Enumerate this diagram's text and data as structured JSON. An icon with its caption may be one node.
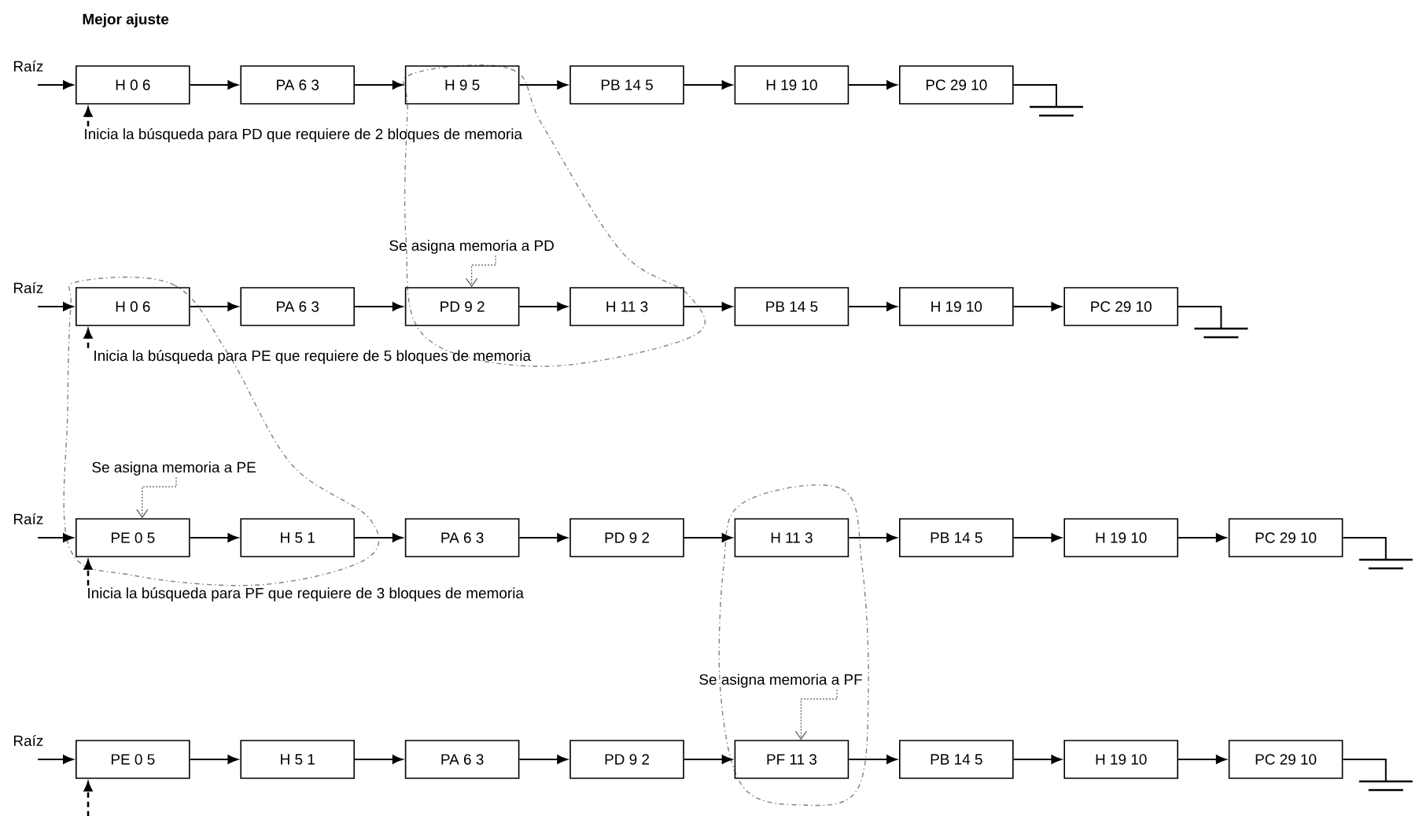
{
  "diagram": {
    "title": "Mejor ajuste",
    "nodes": [
      {
        "text": [
          "H 0 6"
        ]
      },
      {
        "text": [
          "PA 6 3"
        ]
      },
      {
        "text": [
          "H 9 5"
        ]
      },
      {
        "text": [
          "PB 14 5"
        ]
      },
      {
        "text": [
          "H 19 10"
        ]
      },
      {
        "text": [
          "PC 29 10"
        ]
      },
      {
        "text": [],
        "shape": "ground"
      },
      {
        "text": [
          "Inicia la búsqueda para PD que requiere de 2 bloques de memoria"
        ]
      },
      {
        "text": [
          "Se asigna memoria a PD"
        ]
      },
      {
        "text": [
          "H 0 6"
        ]
      },
      {
        "text": [
          "PA 6 3"
        ]
      },
      {
        "text": [
          "PD 9 2"
        ]
      },
      {
        "text": [
          "H 11 3"
        ]
      },
      {
        "text": [
          "PB 14 5"
        ]
      },
      {
        "text": [
          "H 19 10"
        ]
      },
      {
        "text": [
          "PC 29 10"
        ]
      },
      {
        "text": [],
        "shape": "ground"
      },
      {
        "text": [
          "Inicia la búsqueda para PE que requiere de 5 bloques de memoria"
        ]
      },
      {
        "text": [
          "Se asigna memoria a PE"
        ]
      },
      {
        "text": [
          "PE 0 5"
        ]
      },
      {
        "text": [
          "H 5 1"
        ]
      },
      {
        "text": [
          "PA 6 3"
        ]
      },
      {
        "text": [
          "PD 9 2"
        ]
      },
      {
        "text": [
          "H 11 3"
        ]
      },
      {
        "text": [
          "PB 14 5"
        ]
      },
      {
        "text": [
          "H 19 10"
        ]
      },
      {
        "text": [
          "PC 29 10"
        ]
      },
      {
        "text": [],
        "shape": "ground"
      },
      {
        "text": [
          "Inicia la búsqueda para PF que requiere de 3 bloques de memoria"
        ]
      },
      {
        "text": [
          "Se asigna memoria a PF"
        ]
      },
      {
        "text": [
          "PE 0 5"
        ]
      },
      {
        "text": [
          "H 5 1"
        ]
      },
      {
        "text": [
          "PA 6 3"
        ]
      },
      {
        "text": [
          "PD 9 2"
        ]
      },
      {
        "text": [
          "PF 11 3"
        ]
      },
      {
        "text": [
          "PB 14 5"
        ]
      },
      {
        "text": [
          "H 19 10"
        ]
      },
      {
        "text": [
          "PC 29 10"
        ]
      },
      {
        "text": [],
        "shape": "ground"
      }
    ],
    "edges": [
      {
        "from": null,
        "to": 0,
        "arrow": "to"
      },
      {
        "from": 0,
        "to": 1,
        "arrow": "to"
      },
      {
        "from": 1,
        "to": 2,
        "arrow": "to"
      },
      {
        "from": 2,
        "to": 3,
        "arrow": "to"
      },
      {
        "from": 3,
        "to": 4,
        "arrow": "to"
      },
      {
        "from": 4,
        "to": 5,
        "arrow": "to"
      },
      {
        "from": 5,
        "to": 6,
        "arrow": "none"
      },
      {
        "from": 7,
        "to": 0,
        "arrow": "to",
        "style": "dashed"
      },
      {
        "from": null,
        "to": 9,
        "arrow": "to"
      },
      {
        "from": 9,
        "to": 10,
        "arrow": "to"
      },
      {
        "from": 10,
        "to": 11,
        "arrow": "to"
      },
      {
        "from": 11,
        "to": 12,
        "arrow": "to"
      },
      {
        "from": 12,
        "to": 13,
        "arrow": "to"
      },
      {
        "from": 13,
        "to": 14,
        "arrow": "to"
      },
      {
        "from": 14,
        "to": 15,
        "arrow": "to"
      },
      {
        "from": 15,
        "to": 16,
        "arrow": "none"
      },
      {
        "from": 8,
        "to": 11,
        "arrow": "to",
        "style": "dashed"
      },
      {
        "from": 17,
        "to": 9,
        "arrow": "to",
        "style": "dashed"
      },
      {
        "from": null,
        "to": 19,
        "arrow": "to"
      },
      {
        "from": 19,
        "to": 20,
        "arrow": "to"
      },
      {
        "from": 20,
        "to": 21,
        "arrow": "to"
      },
      {
        "from": 21,
        "to": 22,
        "arrow": "to"
      },
      {
        "from": 22,
        "to": 23,
        "arrow": "to"
      },
      {
        "from": 23,
        "to": 24,
        "arrow": "to"
      },
      {
        "from": 24,
        "to": 25,
        "arrow": "to"
      },
      {
        "from": 25,
        "to": 26,
        "arrow": "to"
      },
      {
        "from": 26,
        "to": 27,
        "arrow": "none"
      },
      {
        "from": 18,
        "to": 19,
        "arrow": "to",
        "style": "dashed"
      },
      {
        "from": 28,
        "to": 19,
        "arrow": "to",
        "style": "dashed"
      },
      {
        "from": null,
        "to": 30,
        "arrow": "to"
      },
      {
        "from": 30,
        "to": 31,
        "arrow": "to"
      },
      {
        "from": 31,
        "to": 32,
        "arrow": "to"
      },
      {
        "from": 32,
        "to": 33,
        "arrow": "to"
      },
      {
        "from": 33,
        "to": 34,
        "arrow": "to"
      },
      {
        "from": 34,
        "to": 35,
        "arrow": "to"
      },
      {
        "from": 35,
        "to": 36,
        "arrow": "to"
      },
      {
        "from": 36,
        "to": 37,
        "arrow": "to"
      },
      {
        "from": 37,
        "to": 38,
        "arrow": "none"
      },
      {
        "from": 29,
        "to": 34,
        "arrow": "to",
        "style": "dashed"
      },
      {
        "from": null,
        "to": 30,
        "arrow": "to",
        "style": "dashed"
      }
    ],
    "labels": [
      "Raíz",
      "Raíz",
      "Raíz",
      "Raíz"
    ]
  }
}
